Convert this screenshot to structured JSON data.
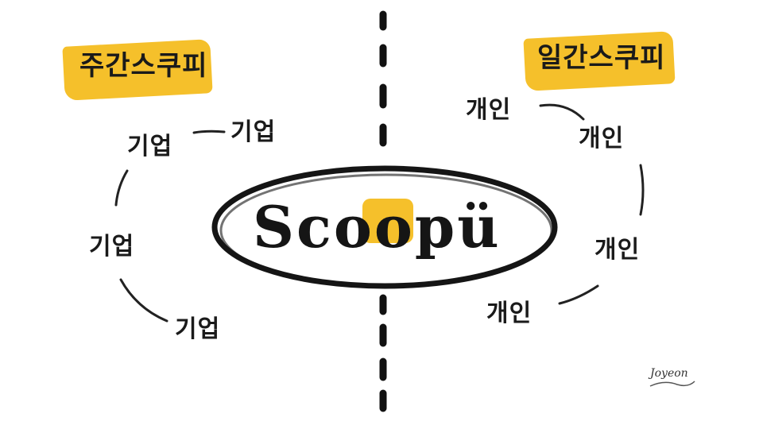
{
  "left_header": {
    "label": "주간스쿠피"
  },
  "right_header": {
    "label": "일간스쿠피"
  },
  "center": {
    "label": "Scoopü"
  },
  "left_nodes": [
    "기업",
    "기업",
    "기업",
    "기업"
  ],
  "right_nodes": [
    "개인",
    "개인",
    "개인",
    "개인"
  ],
  "signature": "Joyeon",
  "colors": {
    "highlight": "#f5c02b",
    "ink": "#1a1a1a",
    "background": "#ffffff"
  }
}
